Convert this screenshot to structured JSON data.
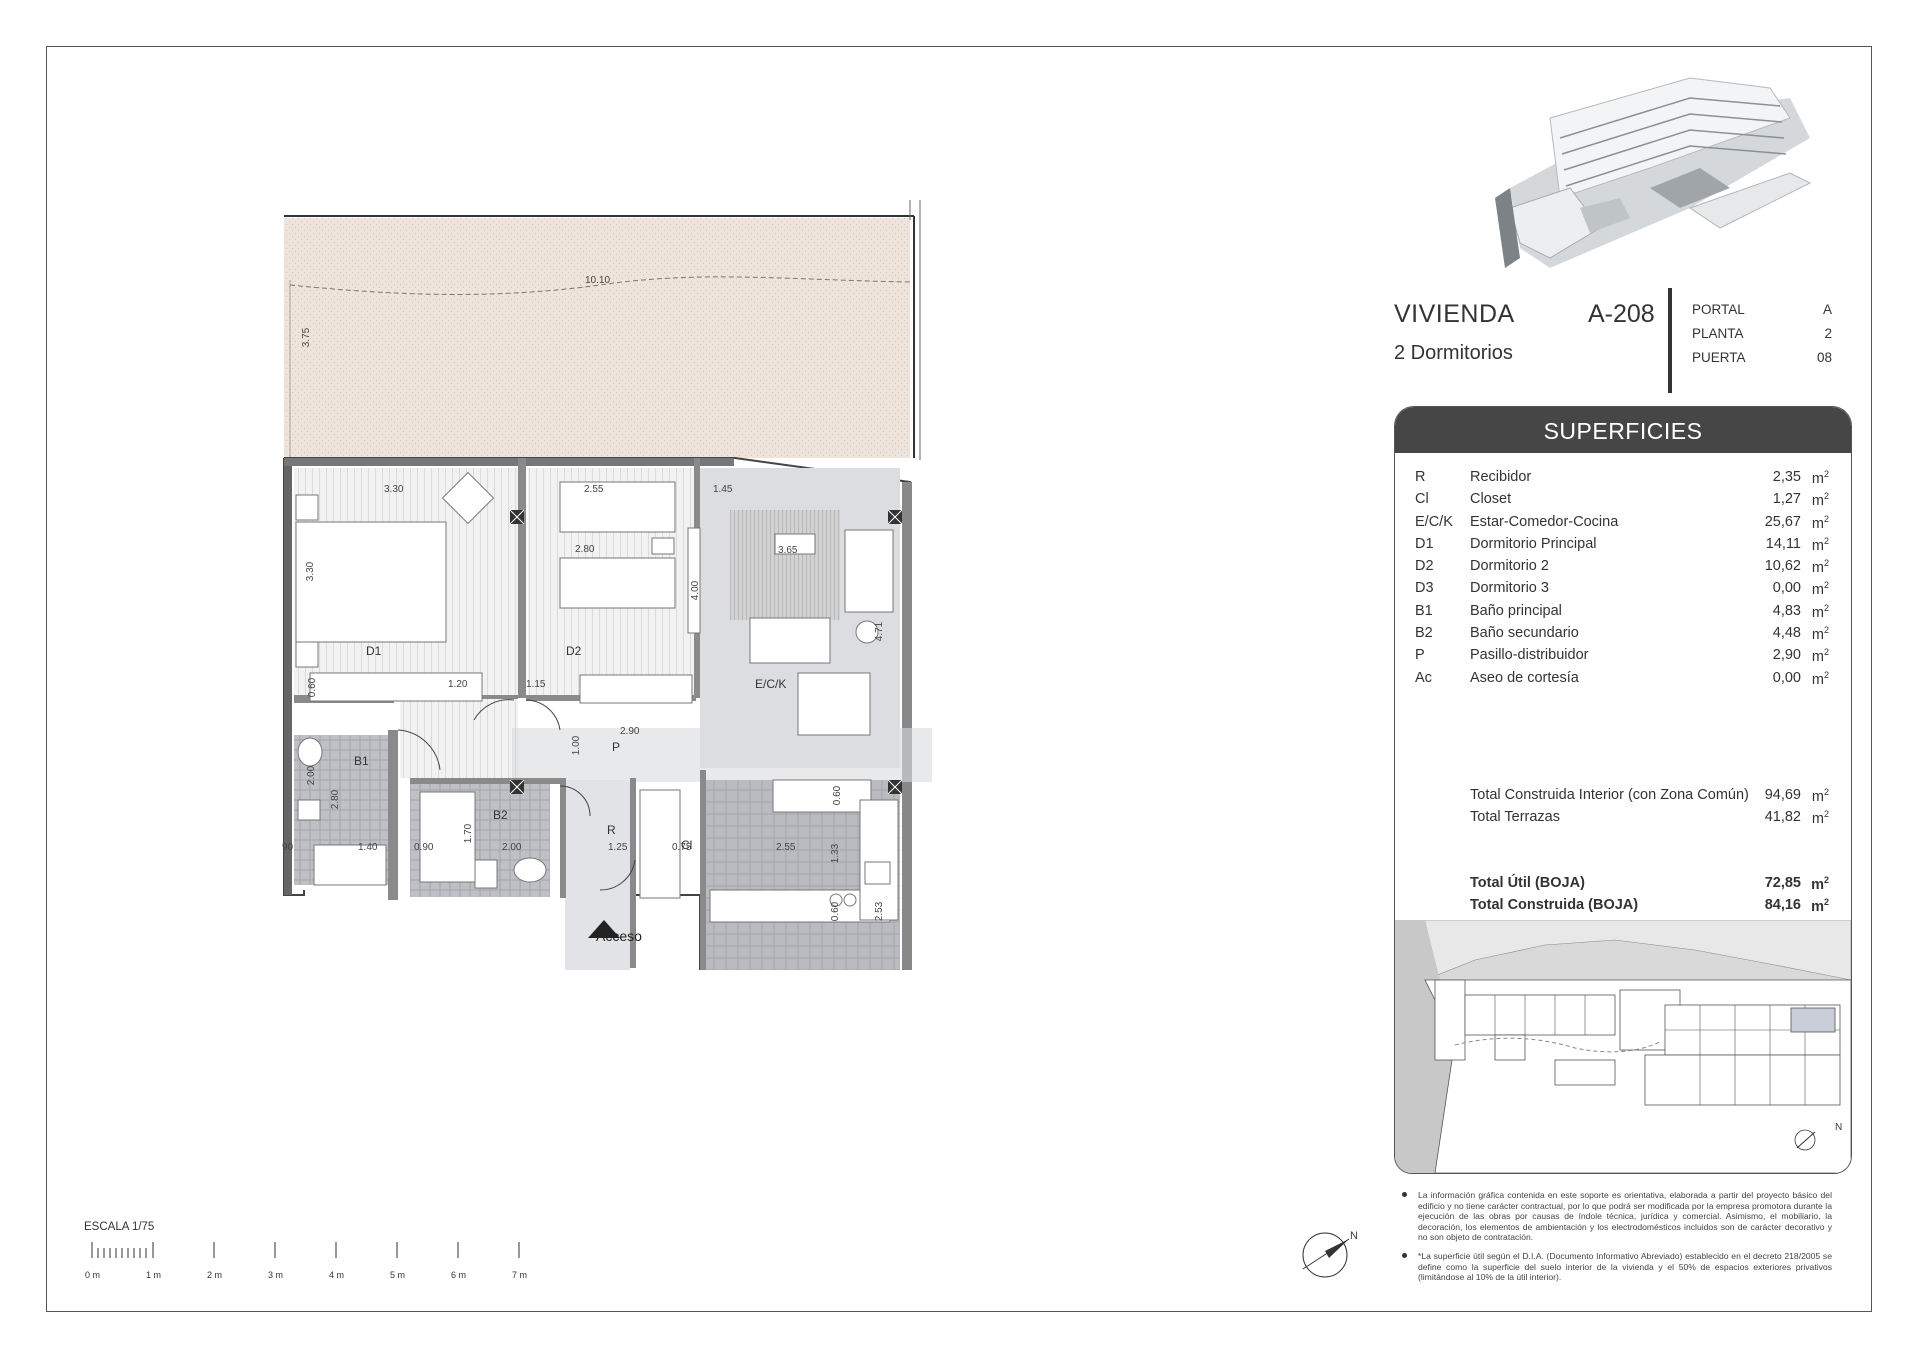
{
  "header": {
    "vivienda_label": "VIVIENDA",
    "unit_code": "A-208",
    "bedrooms": "2 Dormitorios",
    "meta": [
      {
        "key": "PORTAL",
        "value": "A"
      },
      {
        "key": "PLANTA",
        "value": "2"
      },
      {
        "key": "PUERTA",
        "value": "08"
      }
    ]
  },
  "superficies": {
    "title": "SUPERFICIES",
    "unit": "m",
    "unit_exp": "2",
    "rows": [
      {
        "code": "R",
        "name": "Recibidor",
        "value": "2,35"
      },
      {
        "code": "Cl",
        "name": "Closet",
        "value": "1,27"
      },
      {
        "code": "E/C/K",
        "name": "Estar-Comedor-Cocina",
        "value": "25,67"
      },
      {
        "code": "D1",
        "name": "Dormitorio Principal",
        "value": "14,11"
      },
      {
        "code": "D2",
        "name": "Dormitorio 2",
        "value": "10,62"
      },
      {
        "code": "D3",
        "name": "Dormitorio 3",
        "value": "0,00"
      },
      {
        "code": "B1",
        "name": "Baño principal",
        "value": "4,83"
      },
      {
        "code": "B2",
        "name": "Baño secundario",
        "value": "4,48"
      },
      {
        "code": "P",
        "name": "Pasillo-distribuidor",
        "value": "2,90"
      },
      {
        "code": "Ac",
        "name": "Aseo de cortesía",
        "value": "0,00"
      }
    ],
    "totals": [
      {
        "name": "Total Construida Interior (con Zona Común)",
        "value": "94,69"
      },
      {
        "name": "Total Terrazas",
        "value": "41,82"
      }
    ],
    "boja": [
      {
        "name": "Total Útil (BOJA)",
        "value": "72,85"
      },
      {
        "name": "Total Construida (BOJA)",
        "value": "84,16"
      }
    ]
  },
  "notes": [
    "La información gráfica contenida en este soporte es orientativa, elaborada a partir del proyecto básico del edificio y no tiene carácter contractual, por lo que podrá ser modificada por la empresa promotora durante la ejecución de las obras por causas de índole técnica, jurídica y comercial. Asimismo, el mobiliario, la decoración, los elementos de ambientación y los electrodomésticos incluidos son de carácter decorativo y no son objeto de contratación.",
    "*La superficie útil según el D.I.A. (Documento Informativo Abreviado) establecido en el decreto 218/2005 se define como la superficie del suelo interior de la vivienda y el 50% de espacios exteriores privativos (limitándose al 10% de la útil interior)."
  ],
  "plan": {
    "rooms": {
      "d1": "D1",
      "d2": "D2",
      "eck": "E/C/K",
      "b1": "B1",
      "b2": "B2",
      "p": "P",
      "r": "R",
      "cl": "Cl"
    },
    "access": "Acceso",
    "dims": {
      "terrace_w": "10.10",
      "terrace_h": "3.75",
      "d1_w": "3.30",
      "d1_h": "3.30",
      "d2_w1": "2.55",
      "d2_w2": "2.80",
      "eck_a": "1.45",
      "eck_b": "3.65",
      "eck_c": "4.00",
      "eck_d": "4.71",
      "d1_s": "0.60",
      "d1_t": "1.20",
      "d2_s": "1.15",
      "p_w": "2.90",
      "p_h": "1.00",
      "b1_h": "2.00",
      "b1_h2": "2.80",
      "b2_h": "1.70",
      "kit_a": "0.60",
      "bot_a": "1.40",
      "bot_b": "0.90",
      "bot_c": "2.00",
      "bot_d": "1.25",
      "bot_e": "0.75",
      "bot_f": "2.55",
      "bot_g": "1.33",
      "bot_h": "0.60",
      "bot_i": "2.53",
      "bot_j": "90"
    }
  },
  "scale": {
    "title": "ESCALA 1/75",
    "labels": [
      "0 m",
      "1 m",
      "2 m",
      "3 m",
      "4 m",
      "5 m",
      "6 m",
      "7 m"
    ]
  },
  "compass": {
    "north": "N"
  },
  "sitemap_compass": {
    "north": "N"
  }
}
